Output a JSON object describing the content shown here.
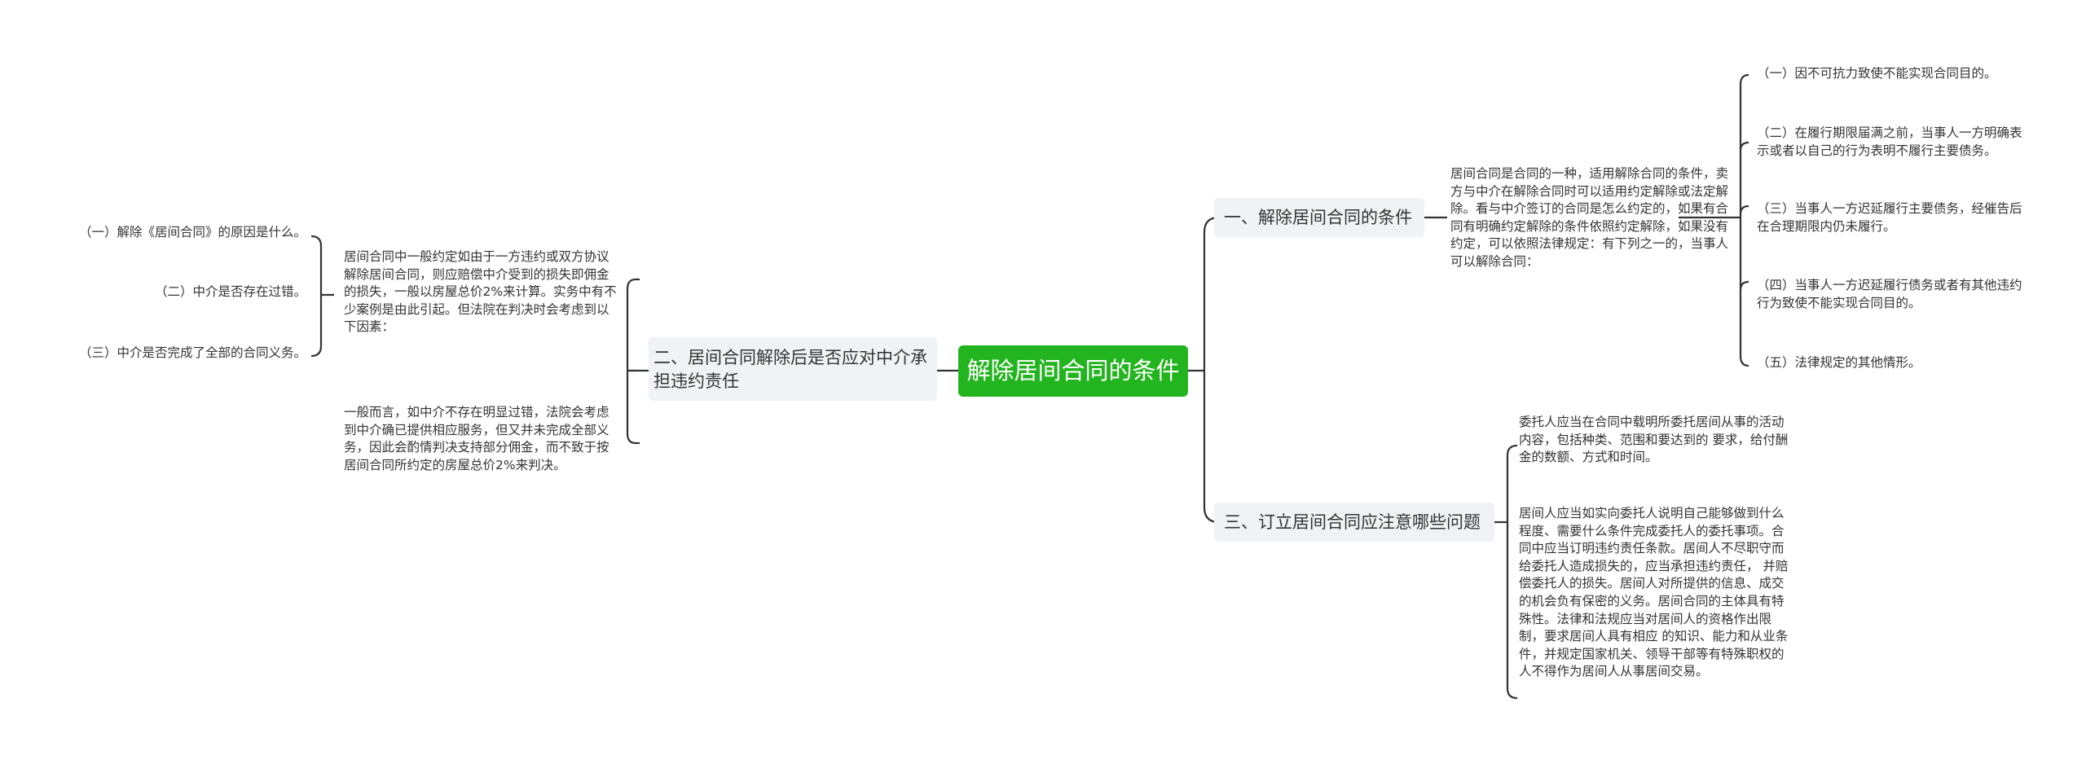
{
  "root": {
    "label": "解除居间合同的条件"
  },
  "branch1": {
    "label": "一、解除居间合同的条件",
    "description": "居间合同是合同的一种，适用解除合同的条件，卖方与中介在解除合同时可以适用约定解除或法定解除。看与中介签订的合同是怎么约定的，如果有合同有明确约定解除的条件依照约定解除，如果没有约定，可以依照法律规定：有下列之一的，当事人可以解除合同：",
    "items": [
      "（一）因不可抗力致使不能实现合同目的。",
      "（二）在履行期限届满之前，当事人一方明确表示或者以自己的行为表明不履行主要债务。",
      "（三）当事人一方迟延履行主要债务，经催告后在合理期限内仍未履行。",
      "（四）当事人一方迟延履行债务或者有其他违约行为致使不能实现合同目的。",
      "（五）法律规定的其他情形。"
    ]
  },
  "branch2": {
    "label": "二、居间合同解除后是否应对中介承担违约责任",
    "description1": "居间合同中一般约定如由于一方违约或双方协议解除居间合同，则应赔偿中介受到的损失即佣金的损失，一般以房屋总价2%来计算。实务中有不少案例是由此引起。但法院在判决时会考虑到以下因素：",
    "factors": [
      "（一）解除《居间合同》的原因是什么。",
      "（二）中介是否存在过错。",
      "（三）中介是否完成了全部的合同义务。"
    ],
    "description2": "一般而言，如中介不存在明显过错，法院会考虑到中介确已提供相应服务，但又并未完成全部义务，因此会酌情判决支持部分佣金，而不致于按居间合同所约定的房屋总价2%来判决。"
  },
  "branch3": {
    "label": "三、订立居间合同应注意哪些问题",
    "items": [
      "委托人应当在合同中载明所委托居间从事的活动内容，包括种类、范围和要达到的 要求，给付酬金的数额、方式和时间。",
      "居间人应当如实向委托人说明自己能够做到什么程度、需要什么条件完成委托人的委托事项。合同中应当订明违约责任条款。居间人不尽职守而给委托人造成损失的，应当承担违约责任，  并赔偿委托人的损失。居间人对所提供的信息、成交的机会负有保密的义务。居间合同的主体具有特殊性。法律和法规应当对居间人的资格作出限制，要求居间人具有相应 的知识、能力和从业条件，并规定国家机关、领导干部等有特殊职权的人不得作为居间人从事居间交易。"
    ]
  },
  "colors": {
    "root": "#23b51f",
    "branch_bg": "#f0f2f5",
    "line": "#333333"
  }
}
